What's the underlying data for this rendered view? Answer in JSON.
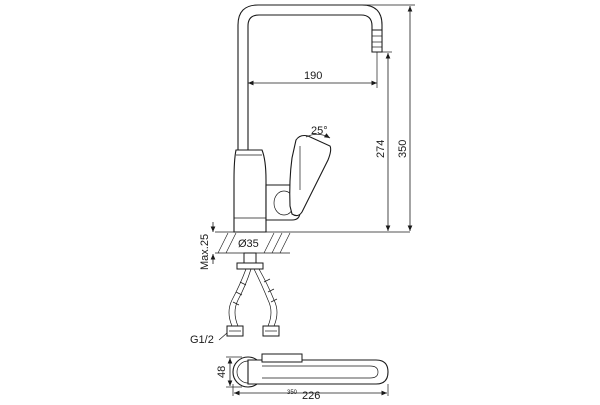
{
  "dimensions": {
    "spout_reach": "190",
    "spout_height": "274",
    "overall_height": "350",
    "lever_angle": "25°",
    "base_diameter": "Ø35",
    "max_deck": "Max.25",
    "connection": "G1/2",
    "base_width": "48",
    "overall_length": "226"
  }
}
